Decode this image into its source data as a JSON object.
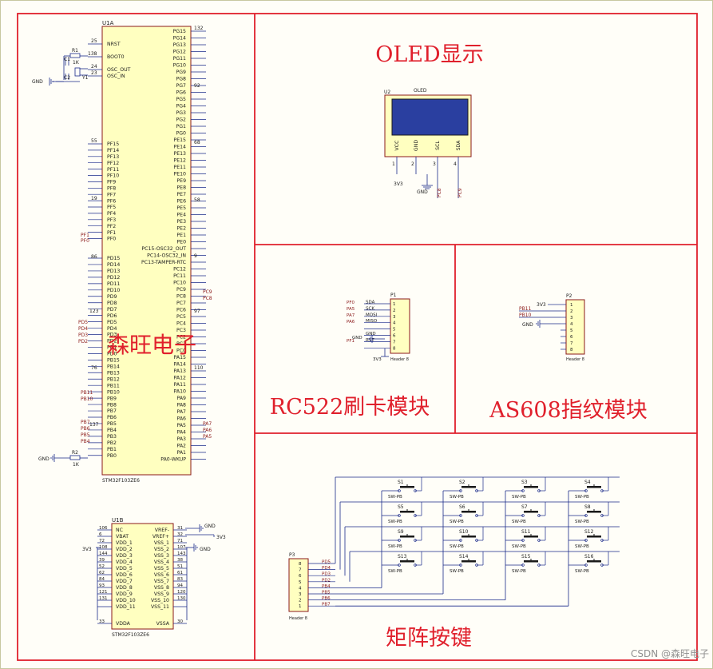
{
  "colors": {
    "frame": "#e0202c",
    "wire": "#1a2a8a",
    "chip_fill": "#ffffc0",
    "chip_stroke": "#8b1a1a",
    "oled_screen": "#2a3fa0",
    "pin_text": "#202020",
    "net_text": "#8b1a1a",
    "watermark": "#e0202c"
  },
  "sections": {
    "oled_title": "OLED显示",
    "rc522_title": "RC522刷卡模块",
    "as608_title": "AS608指纹模块",
    "keys_title": "矩阵按键"
  },
  "watermark": "森旺电子",
  "footer": "CSDN @森旺电子",
  "mcu_a": {
    "designator": "U1A",
    "part": "STM32F103ZE6",
    "left_pins": [
      "NRST",
      "BOOT0",
      "OSC_OUT",
      "OSC_IN",
      "PF15",
      "PF14",
      "PF13",
      "PF12",
      "PF11",
      "PF10",
      "PF9",
      "PF8",
      "PF7",
      "PF6",
      "PF5",
      "PF4",
      "PF3",
      "PF2",
      "PF1",
      "PF0",
      "PD15",
      "PD14",
      "PD13",
      "PD12",
      "PD11",
      "PD10",
      "PD9",
      "PD8",
      "PD7",
      "PD6",
      "PD5",
      "PD4",
      "PD3",
      "PD2",
      "PD1",
      "PD0",
      "PB15",
      "PB14",
      "PB13",
      "PB12",
      "PB11",
      "PB10",
      "PB9",
      "PB8",
      "PB7",
      "PB6",
      "PB5",
      "PB4",
      "PB3",
      "PB2",
      "PB1",
      "PB0"
    ],
    "right_pins": [
      "PG15",
      "PG14",
      "PG13",
      "PG12",
      "PG11",
      "PG10",
      "PG9",
      "PG8",
      "PG7",
      "PG6",
      "PG5",
      "PG4",
      "PG3",
      "PG2",
      "PG1",
      "PG0",
      "PE15",
      "PE14",
      "PE13",
      "PE12",
      "PE11",
      "PE10",
      "PE9",
      "PE8",
      "PE7",
      "PE6",
      "PE5",
      "PE4",
      "PE3",
      "PE2",
      "PE1",
      "PE0",
      "PC15-OSC32_OUT",
      "PC14-OSC32_IN",
      "PC13-TAMPER-RTC",
      "PC12",
      "PC11",
      "PC10",
      "PC9",
      "PC8",
      "PC7",
      "PC6",
      "PC5",
      "PC4",
      "PC3",
      "PC2",
      "PC1",
      "PC0",
      "PA15",
      "PA14",
      "PA13",
      "PA12",
      "PA11",
      "PA10",
      "PA9",
      "PA8",
      "PA7",
      "PA6",
      "PA5",
      "PA4",
      "PA3",
      "PA2",
      "PA1",
      "PA0-WKUP"
    ],
    "pin_numbers": [
      "25",
      "138",
      "24",
      "23",
      "55",
      "19",
      "86",
      "123",
      "76",
      "137",
      "132",
      "92",
      "68",
      "58",
      "9",
      "97",
      "110"
    ],
    "nets": [
      "PF1",
      "PF0",
      "PD5",
      "PD4",
      "PD3",
      "PD2",
      "PB11",
      "PB10",
      "PB7",
      "PB6",
      "PB5",
      "PB4",
      "PC9",
      "PC8",
      "PA7",
      "PA6",
      "PA5"
    ],
    "parts": {
      "r1": "R1",
      "r1_val": "1K",
      "r2": "R2",
      "r2_val": "1K",
      "c1": "C1",
      "c2": "C2",
      "y1": "Y1",
      "gnd": "GND"
    }
  },
  "mcu_b": {
    "designator": "U1B",
    "part": "STM32F103ZE6",
    "left_pins": [
      "NC",
      "VBAT",
      "VDD_1",
      "VDD_2",
      "VDD_3",
      "VDD_4",
      "VDD_5",
      "VDD_6",
      "VDD_7",
      "VDD_8",
      "VDD_9",
      "VDD_10",
      "VDD_11",
      "VDDA"
    ],
    "right_pins": [
      "VREF-",
      "VREF+",
      "VSS_1",
      "VSS_2",
      "VSS_3",
      "VSS_4",
      "VSS_5",
      "VSS_6",
      "VSS_7",
      "VSS_8",
      "VSS_9",
      "VSS_10",
      "VSS_11",
      "VSSA"
    ],
    "left_nums": [
      "106",
      "6",
      "72",
      "108",
      "144",
      "39",
      "52",
      "62",
      "84",
      "93",
      "121",
      "131",
      "",
      "33"
    ],
    "right_nums": [
      "31",
      "32",
      "71",
      "107",
      "143",
      "38",
      "51",
      "61",
      "83",
      "94",
      "120",
      "130",
      "",
      "30"
    ],
    "nets": {
      "gnd": "GND",
      "v33": "3V3"
    }
  },
  "oled": {
    "designator": "U2",
    "name": "OLED",
    "pins": [
      "VCC",
      "GND",
      "SCL",
      "SDA"
    ],
    "nums": [
      "1",
      "2",
      "3",
      "4"
    ],
    "nets": [
      "3V3",
      "GND",
      "PC8",
      "PC9"
    ]
  },
  "p1": {
    "designator": "P1",
    "part": "Header 8",
    "pins": [
      "1",
      "2",
      "3",
      "4",
      "5",
      "6",
      "7",
      "8"
    ],
    "labels": [
      "SDA",
      "SCK",
      "MOSI",
      "MISO",
      "",
      "GND",
      "RST",
      ""
    ],
    "nets": [
      "PF0",
      "PA5",
      "PA7",
      "PA6",
      "",
      "GND",
      "PF1",
      "3V3"
    ]
  },
  "p2": {
    "designator": "P2",
    "part": "Header 8",
    "pins": [
      "1",
      "2",
      "3",
      "4",
      "5",
      "6",
      "7",
      "8"
    ],
    "nets": [
      "3V3",
      "PB11",
      "PB10",
      "GND"
    ]
  },
  "p3": {
    "designator": "P3",
    "part": "Header 8",
    "pins": [
      "8",
      "7",
      "6",
      "5",
      "4",
      "3",
      "2",
      "1"
    ],
    "nets": [
      "PD5",
      "PD4",
      "PD3",
      "PD2",
      "PB4",
      "PB5",
      "PB6",
      "PB7"
    ]
  },
  "switches": [
    {
      "ref": "S1",
      "type": "SW-PB"
    },
    {
      "ref": "S2",
      "type": "SW-PB"
    },
    {
      "ref": "S3",
      "type": "SW-PB"
    },
    {
      "ref": "S4",
      "type": "SW-PB"
    },
    {
      "ref": "S5",
      "type": "SW-PB"
    },
    {
      "ref": "S6",
      "type": "SW-PB"
    },
    {
      "ref": "S7",
      "type": "SW-PB"
    },
    {
      "ref": "S8",
      "type": "SW-PB"
    },
    {
      "ref": "S9",
      "type": "SW-PB"
    },
    {
      "ref": "S10",
      "type": "SW-PB"
    },
    {
      "ref": "S11",
      "type": "SW-PB"
    },
    {
      "ref": "S12",
      "type": "SW-PB"
    },
    {
      "ref": "S13",
      "type": "SW-PB"
    },
    {
      "ref": "S14",
      "type": "SW-PB"
    },
    {
      "ref": "S15",
      "type": "SW-PB"
    },
    {
      "ref": "S16",
      "type": "SW-PB"
    }
  ]
}
